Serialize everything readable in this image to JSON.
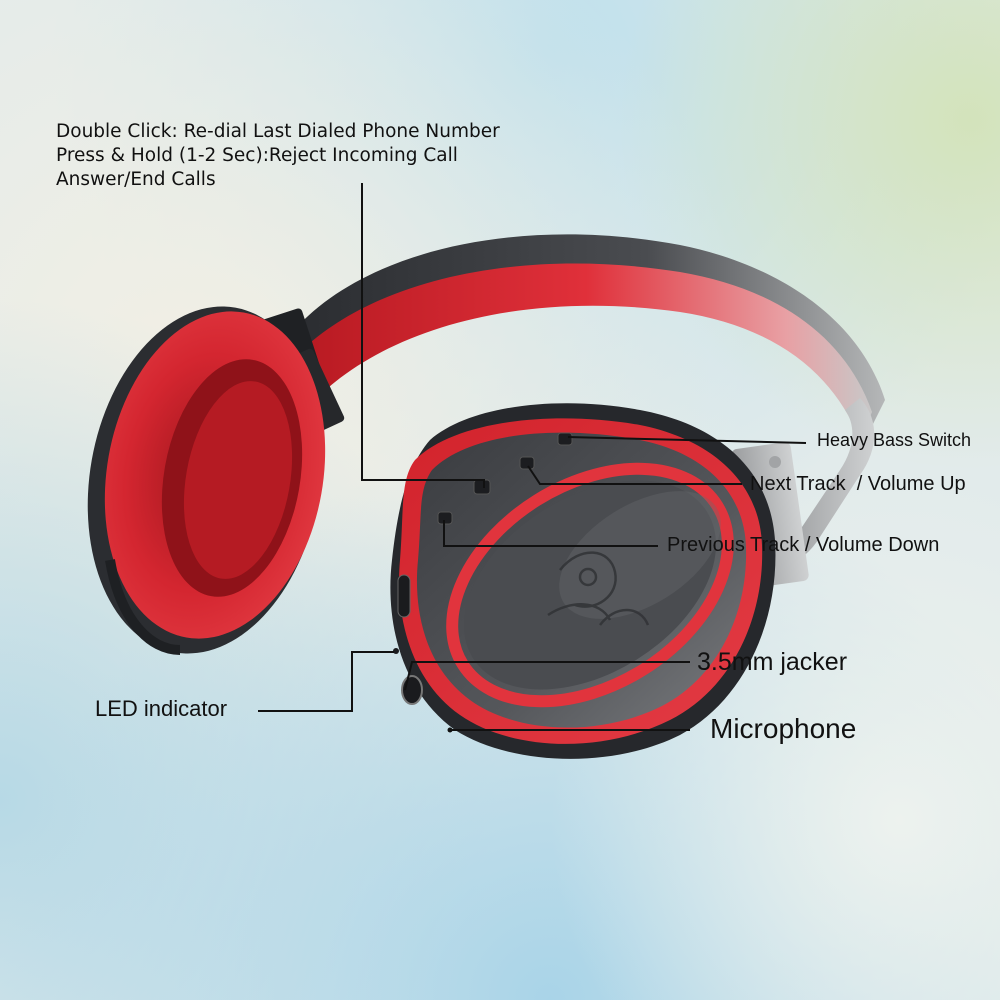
{
  "image": {
    "subject": "over-ear headphones, red and black",
    "background_style": "soft blurred pastel blue and cream"
  },
  "callouts": {
    "top_block": {
      "lines": [
        "Double Click: Re-dial Last Dialed Phone Number",
        "Press & Hold (1-2 Sec):Reject Incoming Call",
        "Answer/End Calls"
      ]
    },
    "heavy_bass": "Heavy Bass Switch",
    "next_track": "Next Track  / Volume Up",
    "previous_track": "Previous Track / Volume Down",
    "jack": "3.5mm jacker",
    "led": "LED indicator",
    "microphone": "Microphone"
  },
  "colors": {
    "headphone_red": "#d8202a",
    "headphone_black": "#2d2f33",
    "leader_line": "#111111"
  }
}
